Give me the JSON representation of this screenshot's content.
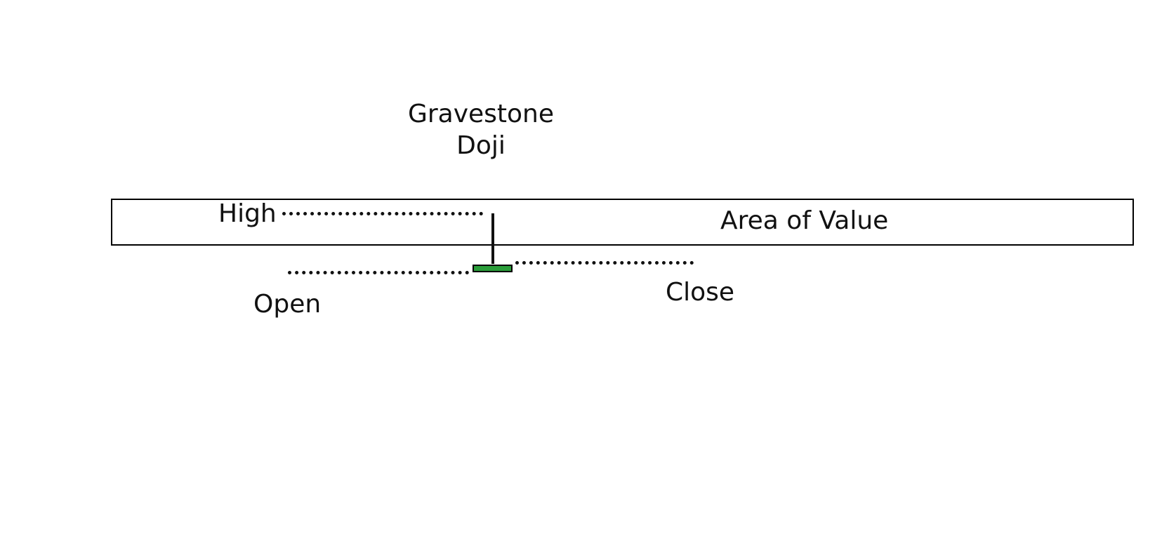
{
  "diagram": {
    "title_lines": [
      "Gravestone",
      "Doji"
    ],
    "labels": {
      "high": "High",
      "open": "Open",
      "close": "Close",
      "area": "Area of Value"
    },
    "colors": {
      "candle_body": "#2a9d3a",
      "outline": "#000000",
      "text": "#111111",
      "background": "#ffffff"
    }
  }
}
